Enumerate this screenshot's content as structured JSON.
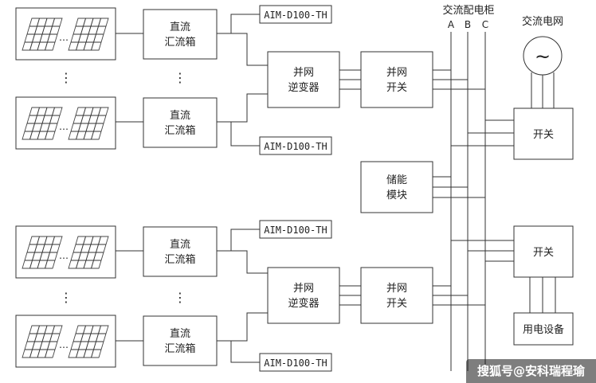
{
  "combiner_label_1": "直流",
  "combiner_label_2": "汇流箱",
  "inverter_label_1": "并网",
  "inverter_label_2": "逆变器",
  "grid_switch_label_1": "并网",
  "grid_switch_label_2": "开关",
  "monitor_label": "AIM-D100-TH",
  "ac_cabinet_title": "交流配电柜",
  "bus_phases": [
    "A",
    "B",
    "C"
  ],
  "utility_grid_title": "交流电网",
  "utility_symbol": "~",
  "storage_label_1": "储能",
  "storage_label_2": "模块",
  "switch_label": "开关",
  "load_label": "用电设备",
  "ellipsis_vertical": "⋮",
  "panel_dots": "⋯",
  "watermark_text": "搜狐号@安科瑞程瑜",
  "colors": {
    "line": "#333333",
    "watermark_bg": "#141414",
    "text": "#222222"
  }
}
